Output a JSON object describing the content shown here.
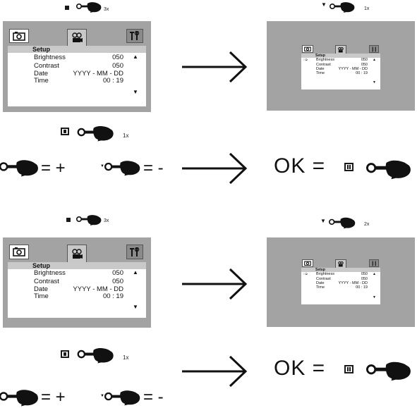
{
  "menu": {
    "setup_label": "Setup",
    "rows": [
      {
        "label": "Brightness",
        "value": "050"
      },
      {
        "label": "Contrast",
        "value": "050"
      },
      {
        "label": "Date",
        "value": "YYYY - MM - DD"
      },
      {
        "label": "Time",
        "value": "00 : 19"
      }
    ],
    "up_arrow": "▲",
    "down_arrow": "▼"
  },
  "counts": {
    "press_3x": "3x",
    "press_1x": "1x",
    "press_2x": "2x"
  },
  "equations": {
    "plus": "= +",
    "minus": "= -",
    "ok": "OK ="
  },
  "small_mode_icon": "◌➭",
  "icons": [
    "camera-icon",
    "video-camera-icon",
    "settings-tools-icon",
    "hand-press-icon",
    "stop-button-icon",
    "pause-button-icon",
    "down-triangle-icon",
    "right-arrow-icon"
  ],
  "colors": {
    "panel_gray": "#a3a3a3",
    "setup_bar": "#c9c9c9",
    "ink": "#111111"
  }
}
